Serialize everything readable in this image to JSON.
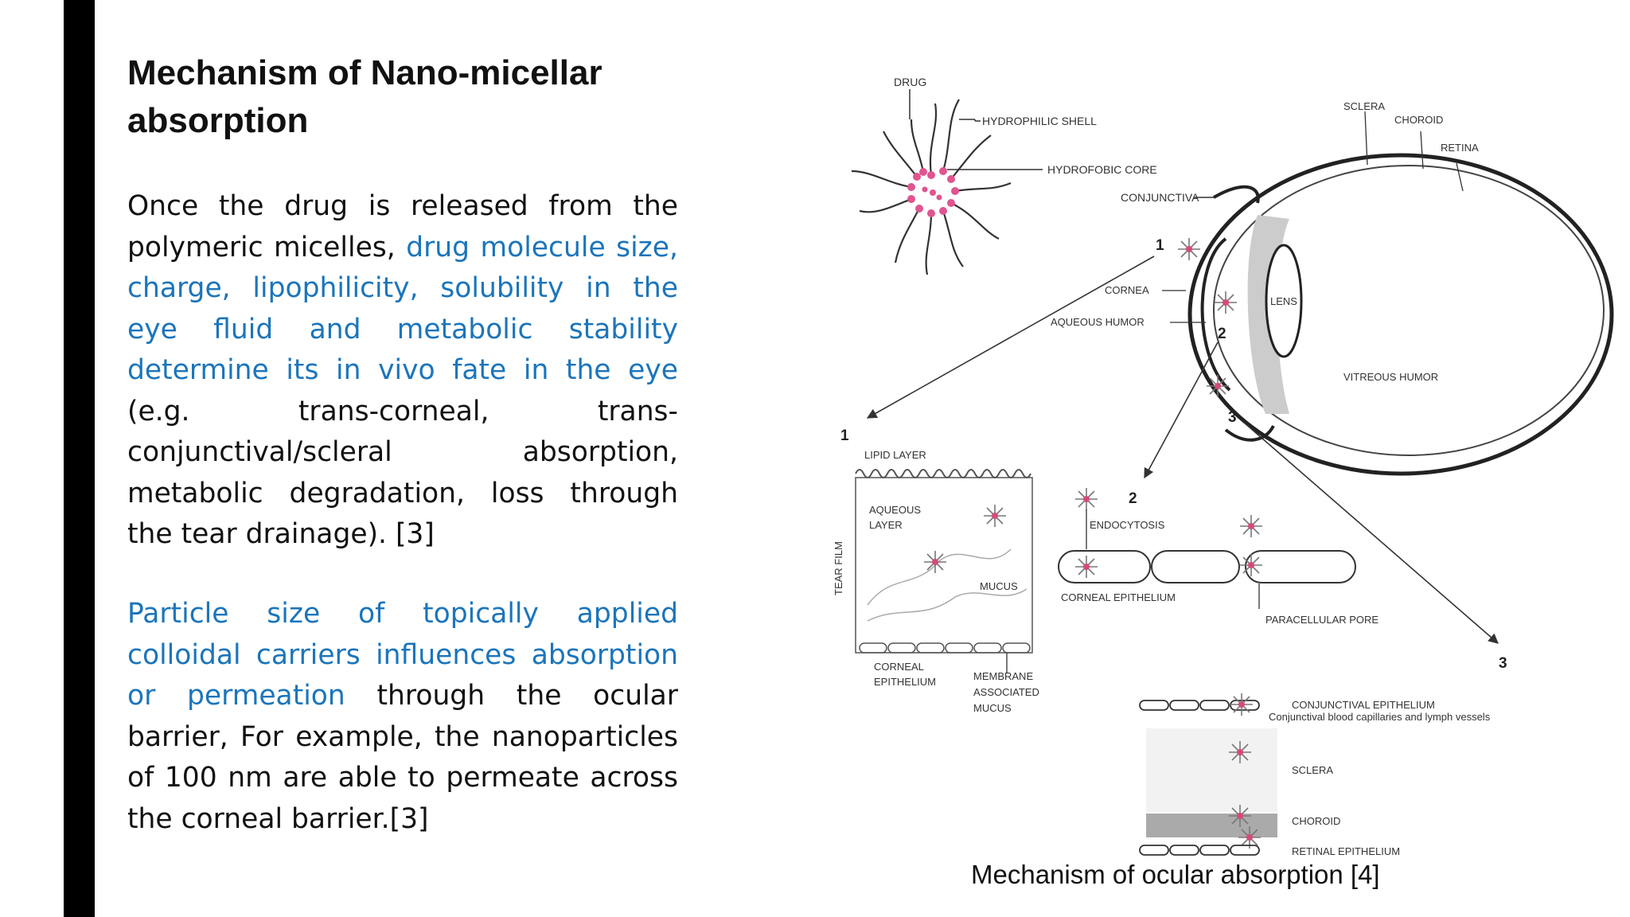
{
  "slide": {
    "title_line1": "Mechanism of Nano-micellar",
    "title_line2": "absorption",
    "p1_a": "Once the drug is released from the polymeric micelles,",
    "p1_b": "drug molecule size, charge, lipophilicity, solubility in the eye fluid and metabolic stability determine its in vivo fate in the eye",
    "p1_c": "(e.g. trans-corneal, trans-conjunctival/scleral absorption, metabolic degradation, loss through the tear drainage). [3]",
    "p2_a": "Particle size of topically applied colloidal carriers influences absorption or permeation",
    "p2_b": "through the ocular barrier, For example, the nanoparticles of 100 nm are able to permeate across the corneal barrier.[3]",
    "caption": "Mechanism of ocular absorption [4]",
    "accent_color": "#1b75bb"
  },
  "diagram": {
    "labels": {
      "drug": "DRUG",
      "hydrophilic_shell": "HYDROPHILIC SHELL",
      "hydrofobic_core": "HYDROFOBIC CORE",
      "conjunctiva": "CONJUNCTIVA",
      "sclera": "SCLERA",
      "choroid": "CHOROID",
      "retina": "RETINA",
      "lens": "LENS",
      "cornea": "CORNEA",
      "aqueous_humor": "AQUEOUS HUMOR",
      "vitreous_humor": "VITREOUS HUMOR",
      "lipid_layer": "LIPID LAYER",
      "aqueous_layer_1": "AQUEOUS",
      "aqueous_layer_2": "LAYER",
      "tear_film": "TEAR FILM",
      "mucus": "MUCUS",
      "corneal_epithelium_1": "CORNEAL",
      "corneal_epithelium_2": "EPITHELIUM",
      "membrane_1": "MEMBRANE",
      "membrane_2": "ASSOCIATED",
      "membrane_3": "MUCUS",
      "endocytosis": "ENDOCYTOSIS",
      "corneal_epithelium": "CORNEAL EPITHELIUM",
      "paracellular_pore": "PARACELLULAR PORE",
      "conjunctival_epithelium": "CONJUNCTIVAL EPITHELIUM",
      "conjunctival_vessels": "Conjunctival blood capillaries and lymph vessels",
      "sclera_2": "SCLERA",
      "choroid_2": "CHOROID",
      "retinal_epithelium": "RETINAL EPITHELIUM"
    },
    "numbers": {
      "n1": "1",
      "n2": "2",
      "n3": "3"
    }
  }
}
